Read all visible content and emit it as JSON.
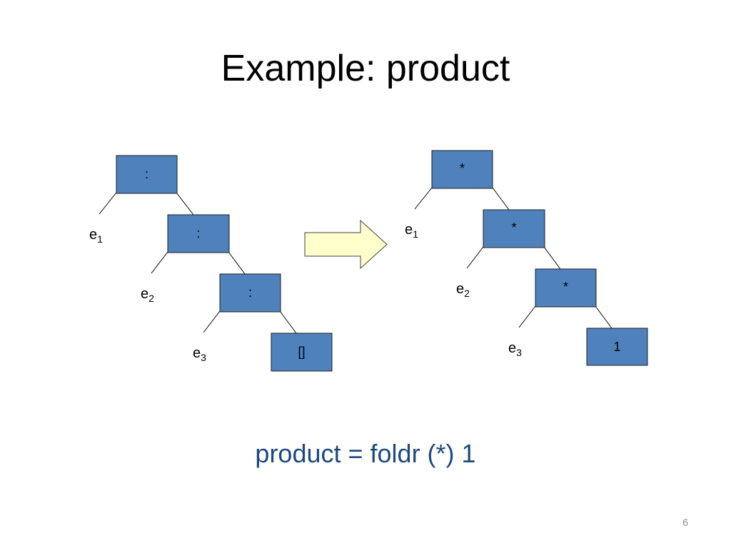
{
  "slide": {
    "title": "Example: product",
    "formula": "product = foldr (*) 1",
    "page_number": "6"
  },
  "colors": {
    "node_fill": "#4f81bd",
    "arrow_fill": "#ffffcc",
    "formula_text": "#1f497d"
  },
  "diagram": {
    "left_tree": {
      "nodes": [
        ":",
        ":",
        ":",
        "[]"
      ],
      "leaves": [
        {
          "base": "e",
          "sub": "1"
        },
        {
          "base": "e",
          "sub": "2"
        },
        {
          "base": "e",
          "sub": "3"
        }
      ]
    },
    "right_tree": {
      "nodes": [
        "*",
        "*",
        "*",
        "1"
      ],
      "leaves": [
        {
          "base": "e",
          "sub": "1"
        },
        {
          "base": "e",
          "sub": "2"
        },
        {
          "base": "e",
          "sub": "3"
        }
      ]
    },
    "transform_arrow": "right-arrow-icon"
  }
}
